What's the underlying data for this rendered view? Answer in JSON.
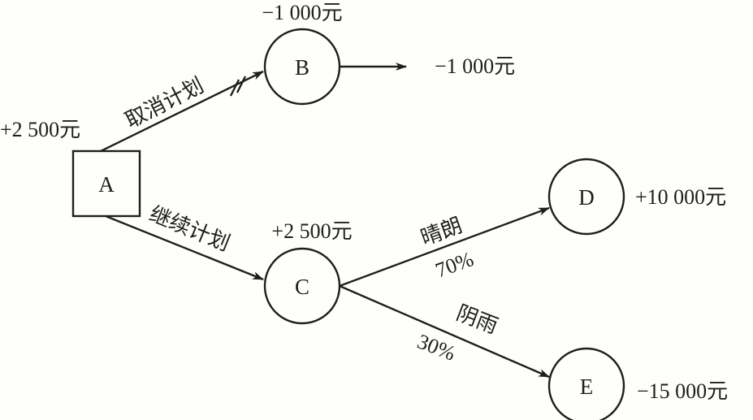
{
  "nodes": {
    "A": {
      "label": "A",
      "value": "+2 500元"
    },
    "B": {
      "label": "B",
      "value": "−1 000元",
      "outcome": "−1 000元"
    },
    "C": {
      "label": "C",
      "value": "+2 500元"
    },
    "D": {
      "label": "D",
      "value": "+10 000元"
    },
    "E": {
      "label": "E",
      "value": "−15 000元"
    }
  },
  "edges": {
    "cancel": {
      "label": "取消计划"
    },
    "continue": {
      "label": "继续计划"
    },
    "sunny": {
      "label": "晴朗",
      "probability": "70%"
    },
    "rainy": {
      "label": "阴雨",
      "probability": "30%"
    }
  },
  "colors": {
    "stroke": "#1e1e1a",
    "background": "#fefefa"
  }
}
